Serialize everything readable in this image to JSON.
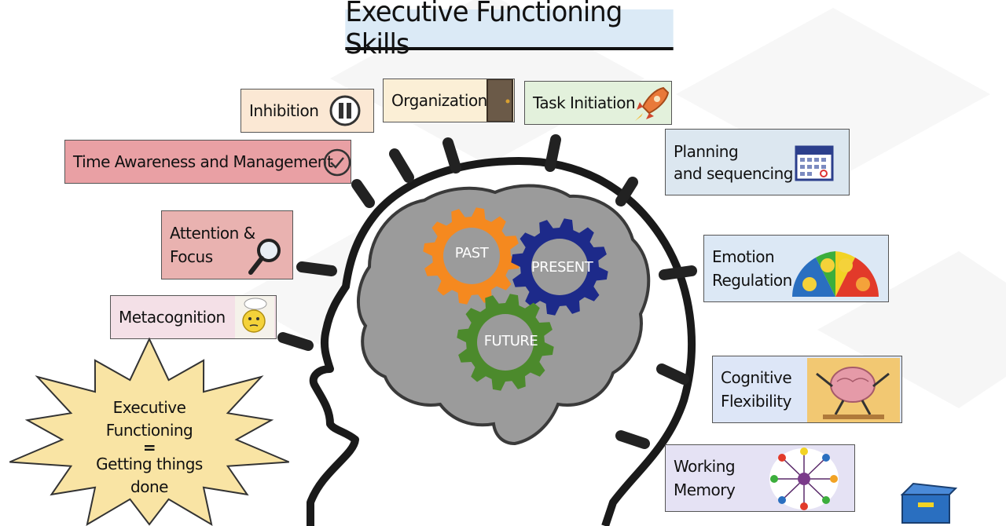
{
  "title": "Executive Functioning Skills",
  "skills": {
    "inhibition": "Inhibition",
    "organization": "Organization",
    "task_initiation": "Task Initiation",
    "time_management": "Time Awareness and Management",
    "planning_line1": "Planning",
    "planning_line2": "and sequencing",
    "attention_line1": "Attention &",
    "attention_line2": "Focus",
    "metacognition": "Metacognition",
    "emotion_line1": "Emotion",
    "emotion_line2": "Regulation",
    "cognitive_line1": "Cognitive",
    "cognitive_line2": "Flexibility",
    "memory_line1": "Working",
    "memory_line2": "Memory"
  },
  "gears": {
    "past": "PAST",
    "present": "PRESENT",
    "future": "FUTURE"
  },
  "starburst": {
    "line1": "Executive",
    "line2": "Functioning",
    "line3": "=",
    "line4": "Getting things",
    "line5": "done"
  },
  "colors": {
    "past_gear": "#f5891f",
    "present_gear": "#1d2a8a",
    "future_gear": "#4c8a2c",
    "brain": "#9a9a9a",
    "inhibition_box": "#fbe8d4",
    "organization_box": "#fbefd6",
    "task_box": "#e3f1dc",
    "time_box": "#e9a0a4",
    "planning_box": "#dce7f0",
    "attention_box": "#e9b2b0",
    "metacognition_box": "#f4e0e7",
    "emotion_box": "#dce8f5",
    "cognitive_box": "#dde6f7",
    "memory_box": "#e5e2f4",
    "starburst": "#f9e4a4"
  },
  "icons": {
    "inhibition": "pause-icon",
    "organization": "door-icon",
    "task_initiation": "rocket-icon",
    "time_management": "clock-icon",
    "planning": "calendar-icon",
    "attention": "magnifier-icon",
    "metacognition": "thinking-emoji-icon",
    "emotion": "emotion-meter-icon",
    "cognitive": "flexible-brain-icon",
    "memory": "memory-web-icon",
    "corner": "toolbox-icon"
  }
}
